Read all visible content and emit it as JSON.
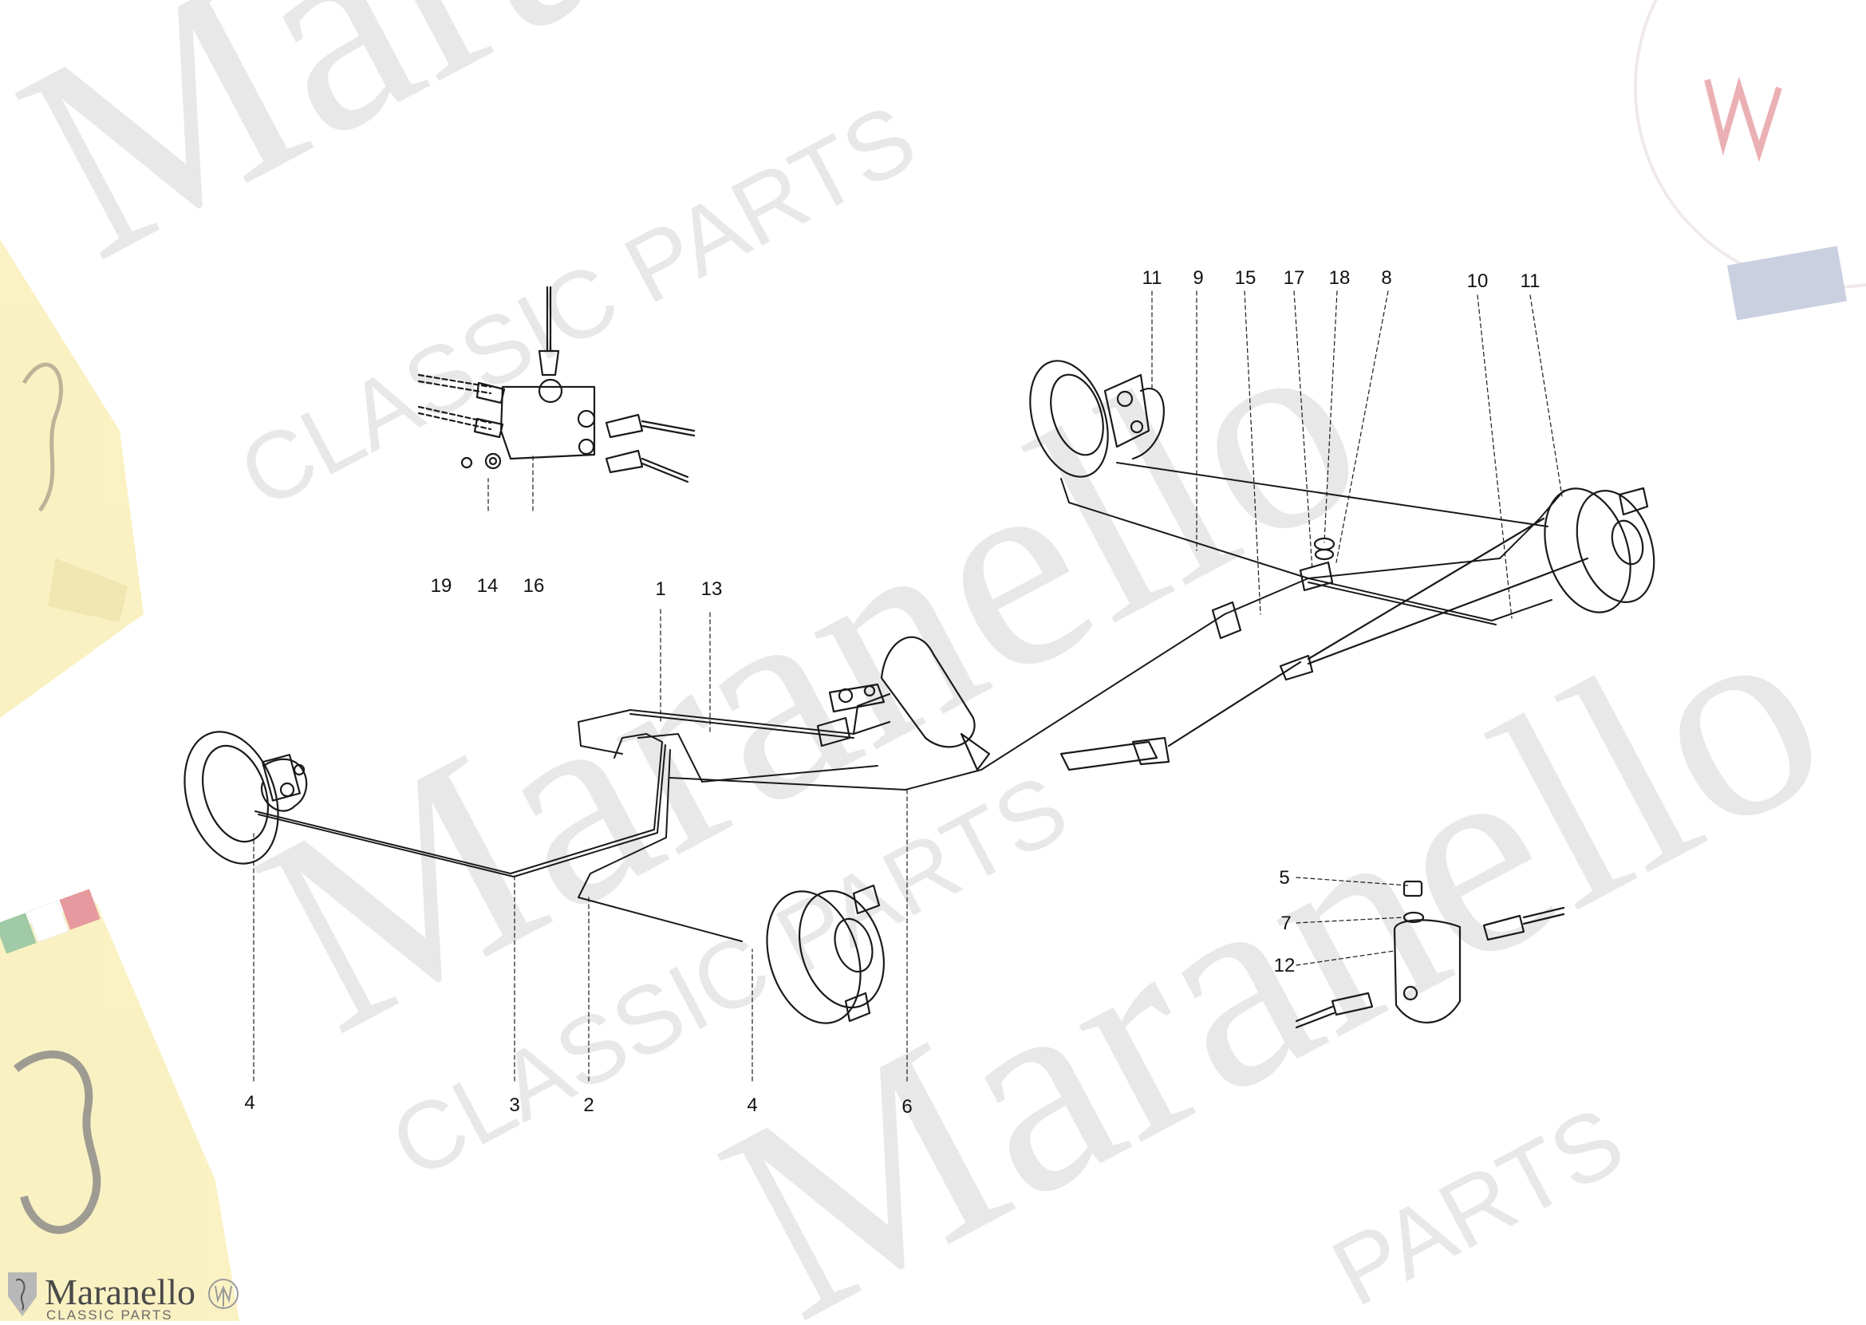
{
  "watermark": {
    "word": "Maranello",
    "tagline": "CLASSIC PARTS",
    "partial_tagline": "PARTS",
    "color": "#d9d9d9"
  },
  "brand": {
    "name": "Maranello",
    "tagline": "CLASSIC PARTS",
    "color": "#4a4a4a"
  },
  "diagram": {
    "line_color": "#1a1a1a",
    "callouts": [
      {
        "id": "19",
        "text": "19"
      },
      {
        "id": "14",
        "text": "14"
      },
      {
        "id": "16",
        "text": "16"
      },
      {
        "id": "1",
        "text": "1"
      },
      {
        "id": "13",
        "text": "13"
      },
      {
        "id": "11a",
        "text": "11"
      },
      {
        "id": "9",
        "text": "9"
      },
      {
        "id": "15",
        "text": "15"
      },
      {
        "id": "17",
        "text": "17"
      },
      {
        "id": "18",
        "text": "18"
      },
      {
        "id": "8",
        "text": "8"
      },
      {
        "id": "10",
        "text": "10"
      },
      {
        "id": "11b",
        "text": "11"
      },
      {
        "id": "4a",
        "text": "4"
      },
      {
        "id": "3",
        "text": "3"
      },
      {
        "id": "2",
        "text": "2"
      },
      {
        "id": "4b",
        "text": "4"
      },
      {
        "id": "6",
        "text": "6"
      },
      {
        "id": "5",
        "text": "5"
      },
      {
        "id": "7",
        "text": "7"
      },
      {
        "id": "12",
        "text": "12"
      }
    ]
  },
  "icons": {
    "shield": "ferrari-shield-icon",
    "trident": "maserati-trident-icon",
    "italian_flag": [
      "#2e8b3a",
      "#ffffff",
      "#c8202b"
    ],
    "shield_color": "#f3e27a"
  }
}
